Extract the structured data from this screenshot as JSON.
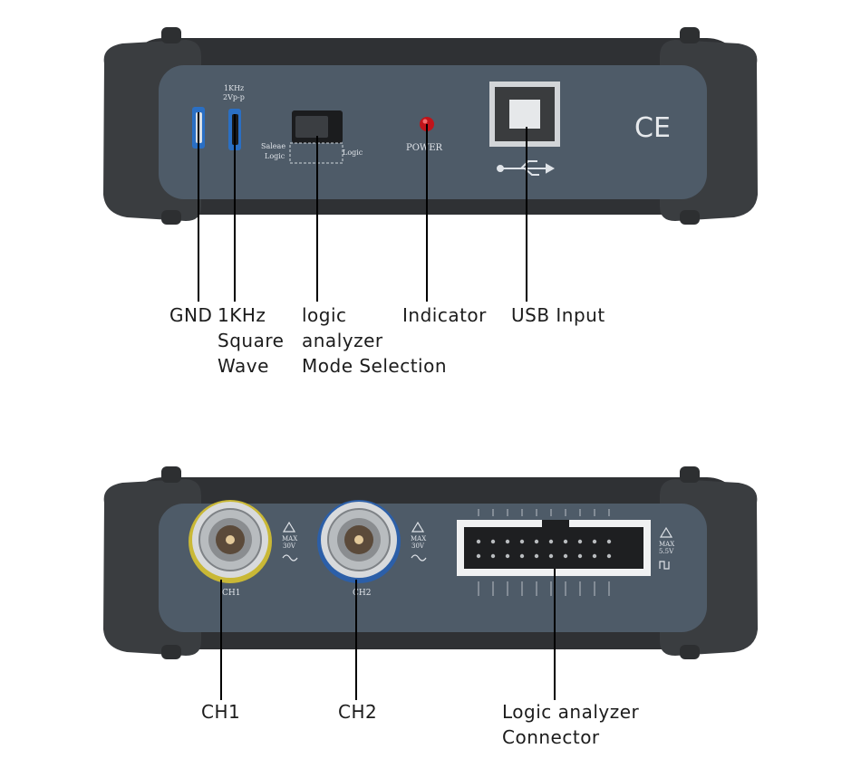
{
  "top_panel": {
    "freq_label_1": "1KHz",
    "freq_label_2": "2Vp-p",
    "switch_left_1": "Saleae",
    "switch_left_2": "Logic",
    "switch_right": "Logic",
    "power_label": "POWER",
    "ce_mark": "CE"
  },
  "bottom_panel": {
    "ch1_port": "CH1",
    "ch2_port": "CH2",
    "max_label": "MAX",
    "max_value": "30V",
    "logic_max_label": "MAX",
    "logic_max_value": "5.5V"
  },
  "callouts": {
    "gnd": "GND",
    "square_line1": "1KHz",
    "square_line2": "Square",
    "square_line3": "Wave",
    "mode_line1": "logic",
    "mode_line2": "analyzer",
    "mode_line3": "Mode Selection",
    "indicator": "Indicator",
    "usb": "USB Input",
    "ch1": "CH1",
    "ch2": "CH2",
    "logic_line1": "Logic analyzer",
    "logic_line2": "Connector"
  },
  "colors": {
    "bumper": "#3a3d40",
    "face": "#4e5b68",
    "led": "#c0141a",
    "ch1_ring": "#c9b836",
    "ch2_ring": "#2c5fa8"
  }
}
